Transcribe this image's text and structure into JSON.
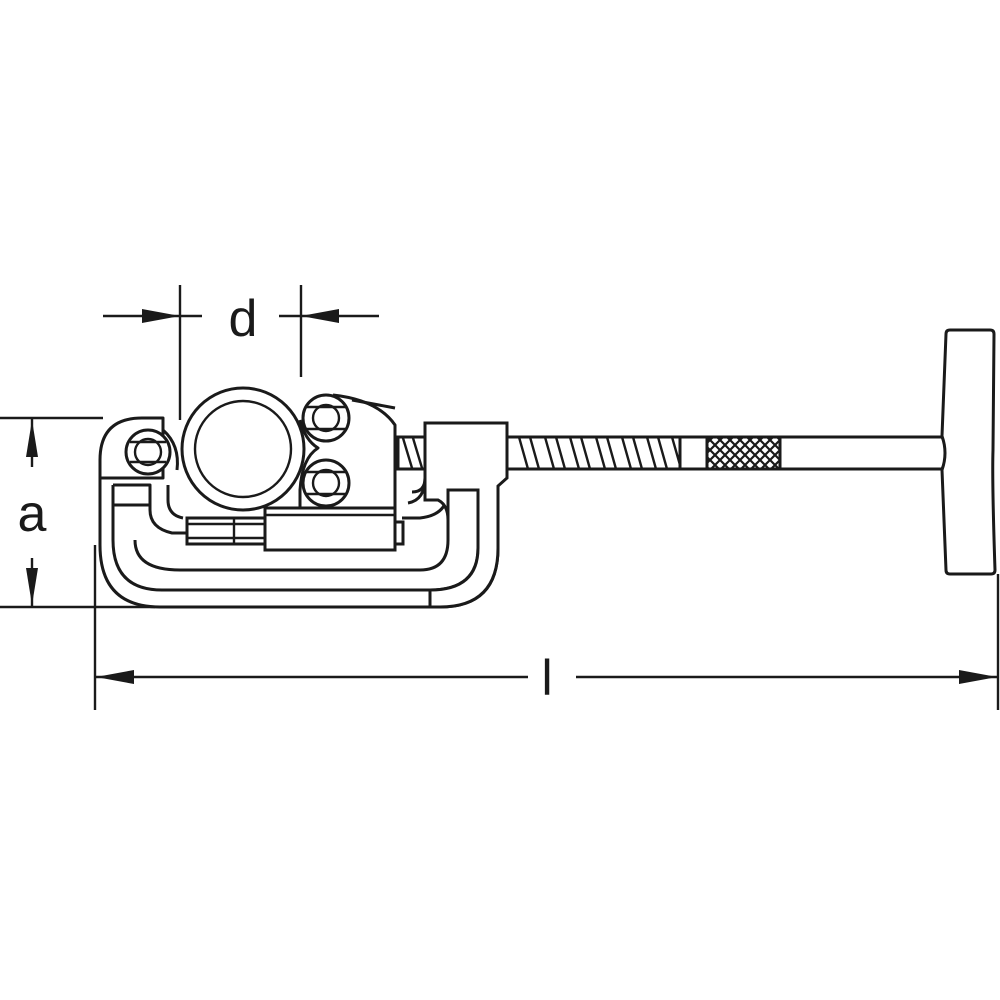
{
  "figure": {
    "subject": "pipe cutter technical drawing",
    "background_color": "#ffffff",
    "line_color": "#1a1a1a"
  },
  "dimensions": {
    "a": {
      "label": "a",
      "meaning": "height of cutter frame"
    },
    "d": {
      "label": "d",
      "meaning": "pipe diameter capacity"
    },
    "l": {
      "label": "l",
      "meaning": "overall length"
    }
  },
  "parts": [
    {
      "name": "c-frame"
    },
    {
      "name": "pipe-section"
    },
    {
      "name": "cutting-wheel"
    },
    {
      "name": "guide-roller-upper"
    },
    {
      "name": "guide-roller-lower"
    },
    {
      "name": "sliding-carriage"
    },
    {
      "name": "feed-screw"
    },
    {
      "name": "knurled-grip"
    },
    {
      "name": "t-handle"
    }
  ]
}
